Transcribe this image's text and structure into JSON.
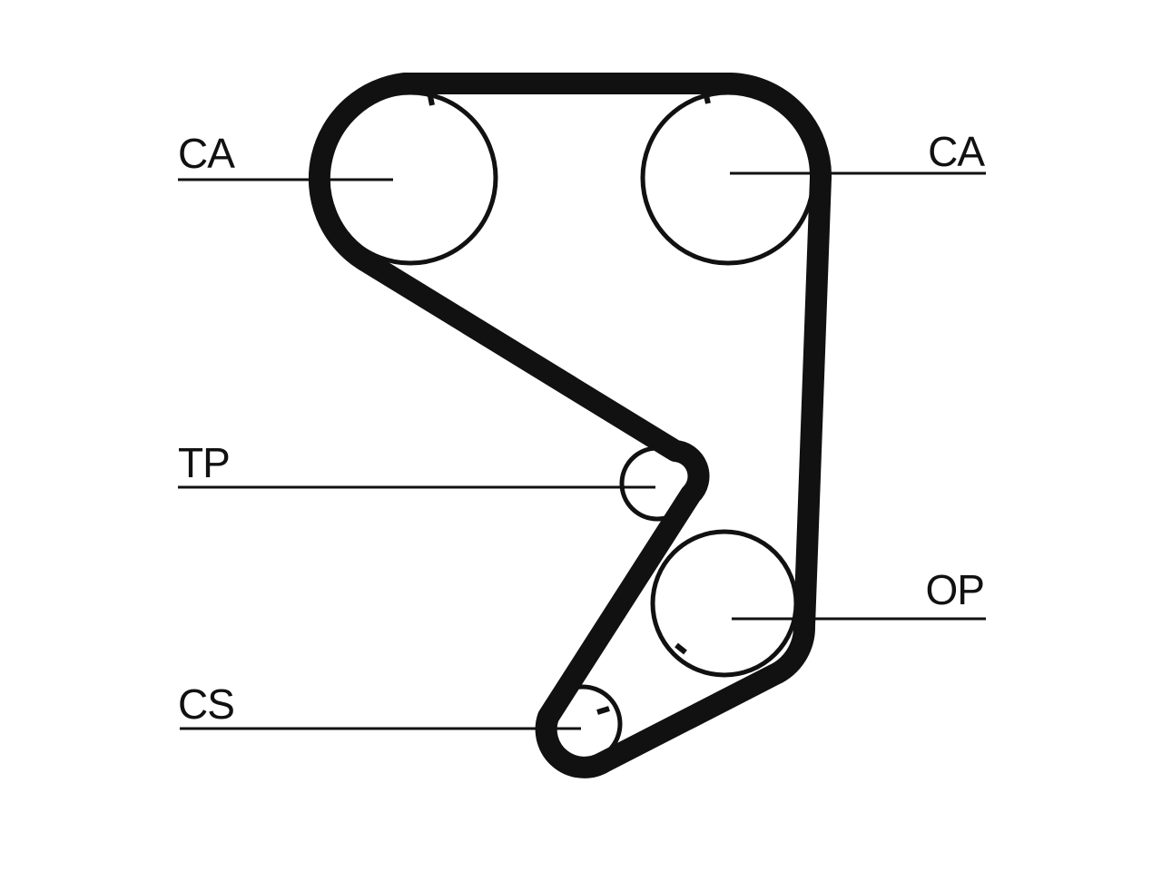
{
  "colors": {
    "ink": "#111111",
    "background": "#ffffff"
  },
  "labels": {
    "ca_left": "CA",
    "ca_right": "CA",
    "tp": "TP",
    "op": "OP",
    "cs": "CS"
  }
}
